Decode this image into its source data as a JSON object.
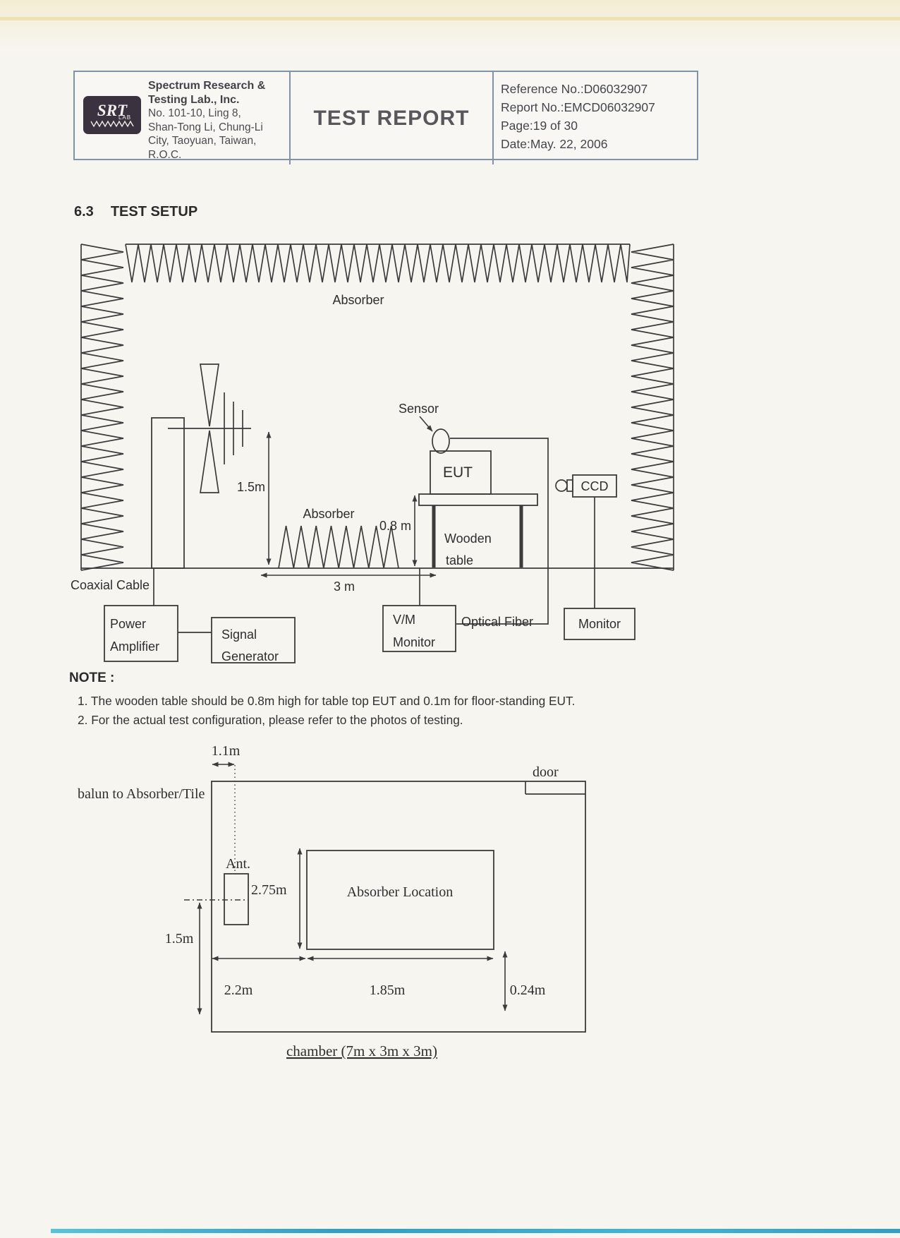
{
  "header": {
    "logo": {
      "main": "SRT",
      "sub": "LAB"
    },
    "company_lines": [
      "Spectrum Research &",
      "Testing Lab., Inc.",
      "No. 101-10, Ling 8,",
      "Shan-Tong Li, Chung-Li",
      "City, Taoyuan, Taiwan,",
      "R.O.C."
    ],
    "title": "TEST REPORT",
    "reference_no": "Reference No.:D06032907",
    "report_no": "Report No.:EMCD06032907",
    "page_info": "Page:19 of 30",
    "date": "Date:May. 22, 2006"
  },
  "section": {
    "number": "6.3",
    "title": "TEST SETUP"
  },
  "setup": {
    "absorber_ceiling": "Absorber",
    "absorber_floor": "Absorber",
    "sensor": "Sensor",
    "eut": "EUT",
    "ccd": "CCD",
    "dim_height": "1.5m",
    "dim_table_height": "0.8 m",
    "wooden_line1": "Wooden",
    "wooden_line2": "table",
    "dim_distance": "3 m",
    "coaxial_cable": "Coaxial Cable",
    "power_amp_line1": "Power",
    "power_amp_line2": "Amplifier",
    "signal_gen_line1": "Signal",
    "signal_gen_line2": "Generator",
    "vm_line1": "V/M",
    "vm_line2": "Monitor",
    "optical_fiber": "Optical Fiber",
    "monitor": "Monitor"
  },
  "note": {
    "heading": "NOTE :",
    "items": [
      "1. The wooden table should be 0.8m high for table top EUT and 0.1m for floor-standing EUT.",
      "2. For the actual test configuration, please refer to the photos of testing."
    ]
  },
  "chamber": {
    "dim_1_1": "1.1m",
    "balun": "balun to Absorber/Tile",
    "door": "door",
    "ant": "Ant.",
    "dim_2_75": "2.75m",
    "absorber_location": "Absorber Location",
    "dim_1_5": "1.5m",
    "dim_2_2": "2.2m",
    "dim_1_85": "1.85m",
    "dim_0_24": "0.24m",
    "caption": "chamber (7m x 3m x 3m)"
  },
  "colors": {
    "header_border": "#7f94a6",
    "logo_background": "#3a323e",
    "scan_bottom_line": "#2f9fc6",
    "ink": "#3b3b3b"
  }
}
